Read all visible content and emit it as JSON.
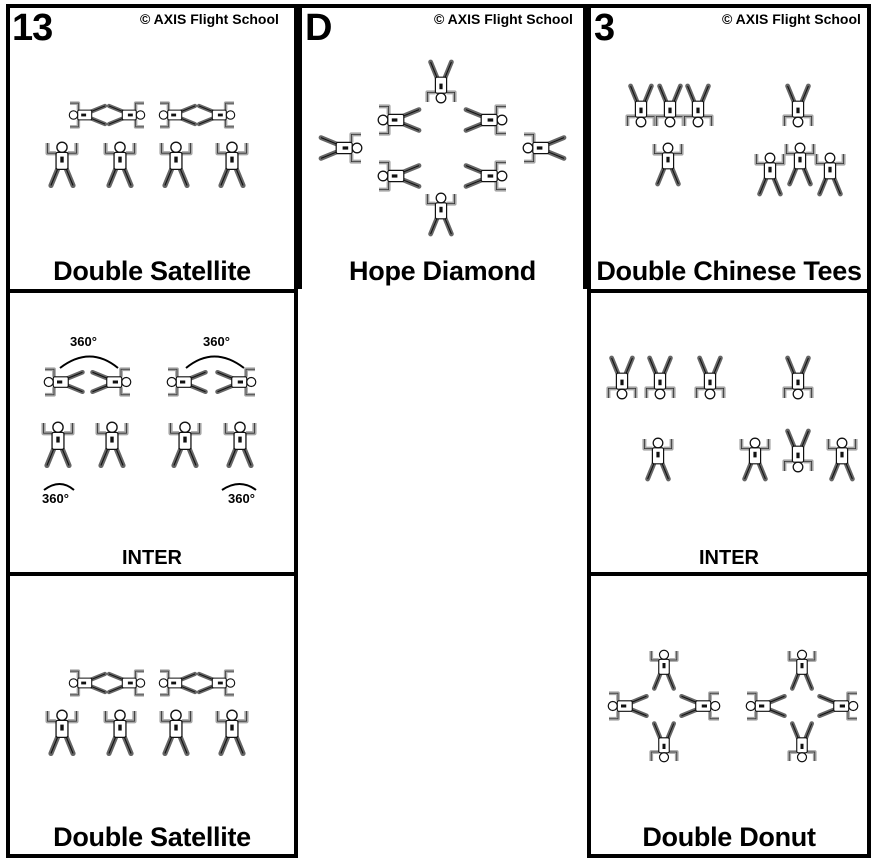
{
  "copyright": "© AXIS Flight School",
  "degree_label": "360°",
  "cells": [
    {
      "id": "13",
      "title": "Double Satellite"
    },
    {
      "id": "D",
      "title": "Hope Diamond"
    },
    {
      "id": "3",
      "title": "Double Chinese Tees"
    }
  ],
  "inter_left": {
    "title": "INTER"
  },
  "inter_right": {
    "title": "INTER"
  },
  "bottom_left": {
    "title": "Double Satellite"
  },
  "bottom_right": {
    "title": "Double Donut"
  },
  "colors": {
    "border": "#000000",
    "limb_gray": "#a6a6a6",
    "body": "#ffffff"
  }
}
